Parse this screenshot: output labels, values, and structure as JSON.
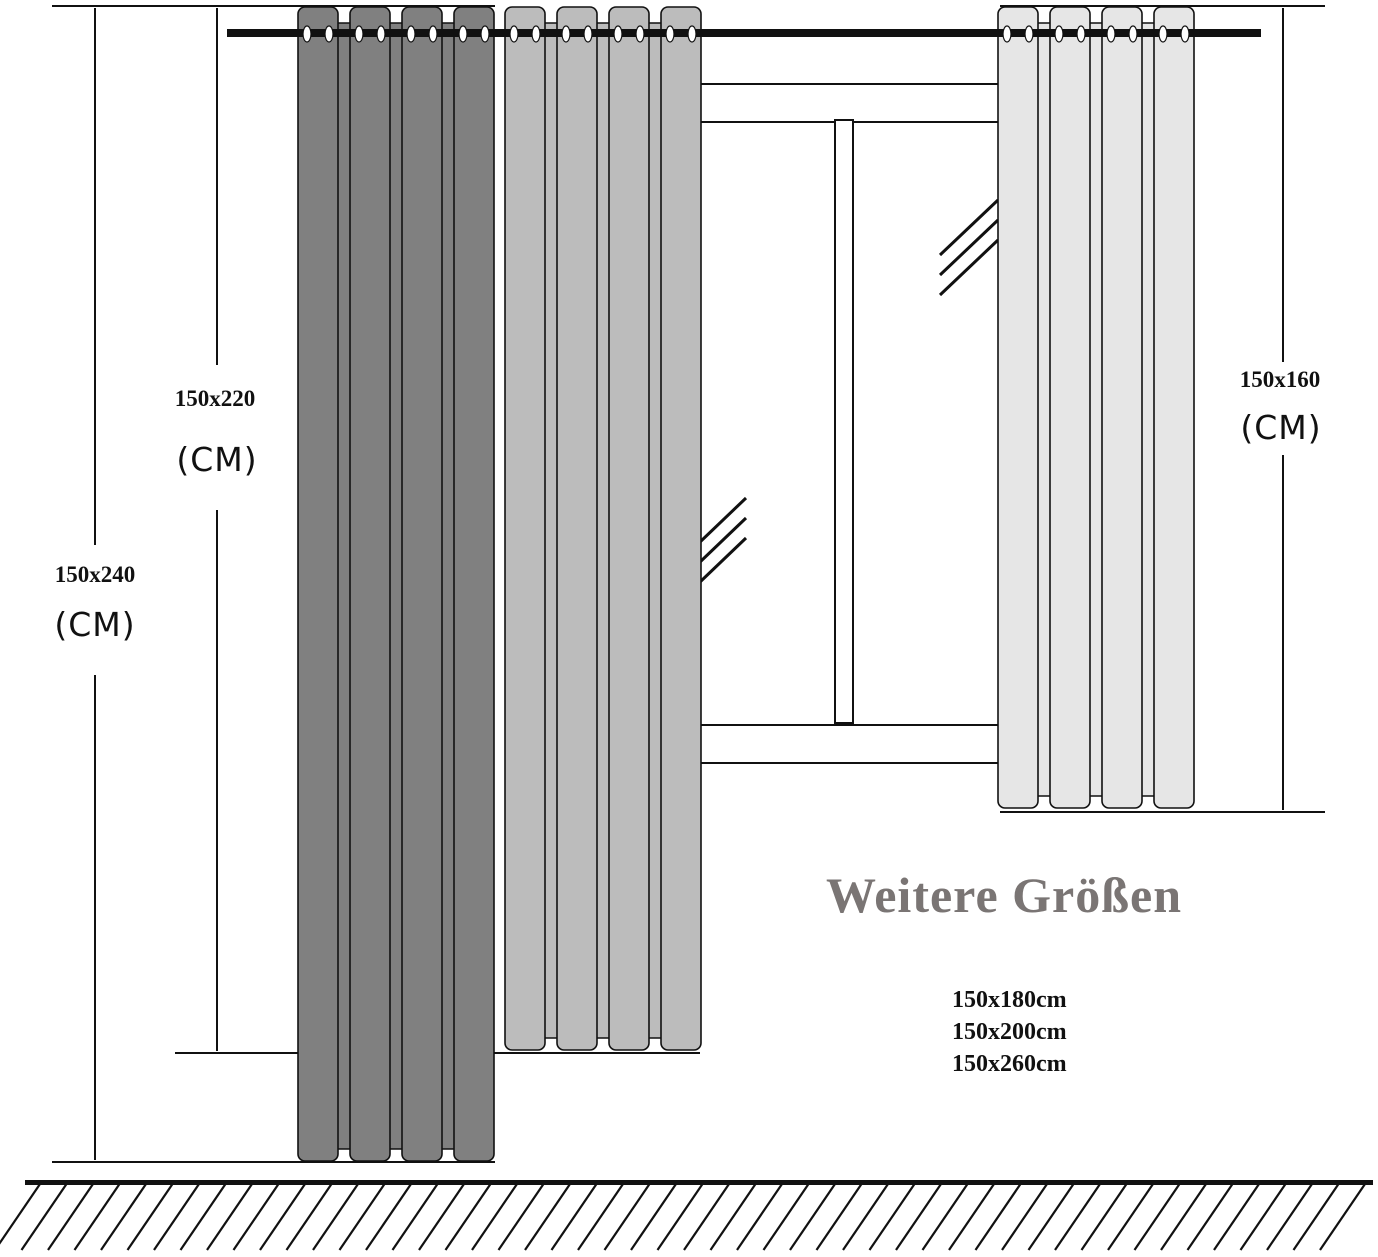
{
  "colors": {
    "curtain_dark": "#808080",
    "curtain_mid": "#bcbcbc",
    "curtain_light": "#e6e6e6",
    "line": "#111111",
    "heading": "#7a7574"
  },
  "dimensions": {
    "curtain_240": {
      "size": "150x240",
      "unit": "(CM)"
    },
    "curtain_220": {
      "size": "150x220",
      "unit": "(CM)"
    },
    "curtain_160": {
      "size": "150x160",
      "unit": "(CM)"
    }
  },
  "more_sizes": {
    "heading": "Weitere Größen",
    "items": [
      "150x180cm",
      "150x200cm",
      "150x260cm"
    ]
  }
}
